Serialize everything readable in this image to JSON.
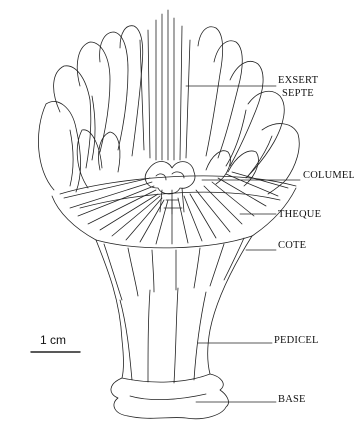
{
  "labels": {
    "exsert": "EXSERT",
    "septe": "SEPTE",
    "columelle": "COLUMELLE",
    "theque": "THEQUE",
    "cote": "COTE",
    "pedicel": "PEDICEL",
    "base": "BASE"
  },
  "scale_bar": {
    "text": "1 cm"
  }
}
